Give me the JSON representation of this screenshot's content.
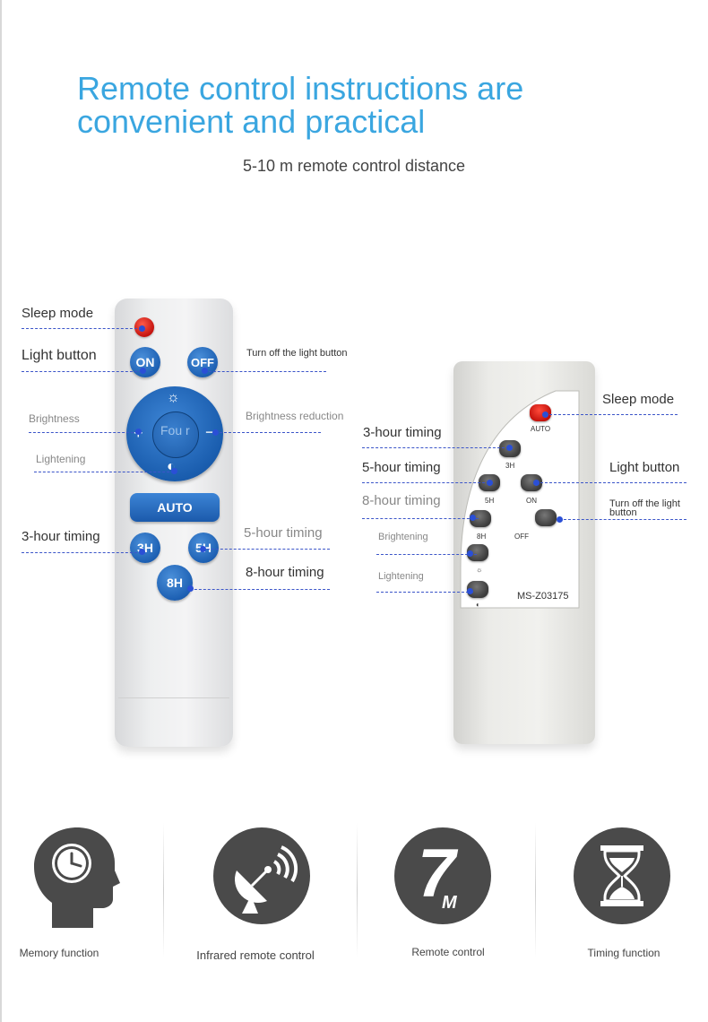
{
  "header": {
    "title": "Remote control instructions are convenient and practical",
    "subtitle": "5-10 m remote control distance"
  },
  "left_remote": {
    "buttons": {
      "on": "ON",
      "off": "OFF",
      "plus": "+",
      "minus": "−",
      "center": "Fou r",
      "auto": "AUTO",
      "h3": "3H",
      "h5": "5H",
      "h8": "8H"
    },
    "labels": {
      "sleep_mode": "Sleep mode",
      "light_button": "Light button",
      "turn_off": "Turn off the light button",
      "brightness": "Brightness",
      "brightness_reduction": "Brightness reduction",
      "lightening": "Lightening",
      "timing_3h": "3-hour timing",
      "timing_5h": "5-hour timing",
      "timing_8h": "8-hour timing"
    }
  },
  "right_remote": {
    "buttons": {
      "auto": "AUTO",
      "h3": "3H",
      "h5": "5H",
      "on": "ON",
      "h8": "8H",
      "off": "OFF"
    },
    "model": "MS-Z03175",
    "labels": {
      "sleep_mode": "Sleep mode",
      "timing_3h": "3-hour timing",
      "timing_5h": "5-hour timing",
      "light_button": "Light button",
      "timing_8h": "8-hour timing",
      "turn_off": "Turn off the light button",
      "brightening": "Brightening",
      "lightening": "Lightening"
    }
  },
  "features": [
    {
      "label": "Memory function",
      "icon": "head-clock-icon"
    },
    {
      "label": "Infrared remote control",
      "icon": "satellite-dish-icon"
    },
    {
      "label": "Remote control",
      "icon": "seven-meter-icon",
      "text_big": "7",
      "text_small": "M"
    },
    {
      "label": "Timing function",
      "icon": "hourglass-icon"
    }
  ],
  "colors": {
    "title": "#3aa6e0",
    "button_blue": "#1d60b3",
    "button_red": "#c4140f",
    "guide_line": "#3b55c9",
    "icon_dark": "#4a4a4a"
  }
}
